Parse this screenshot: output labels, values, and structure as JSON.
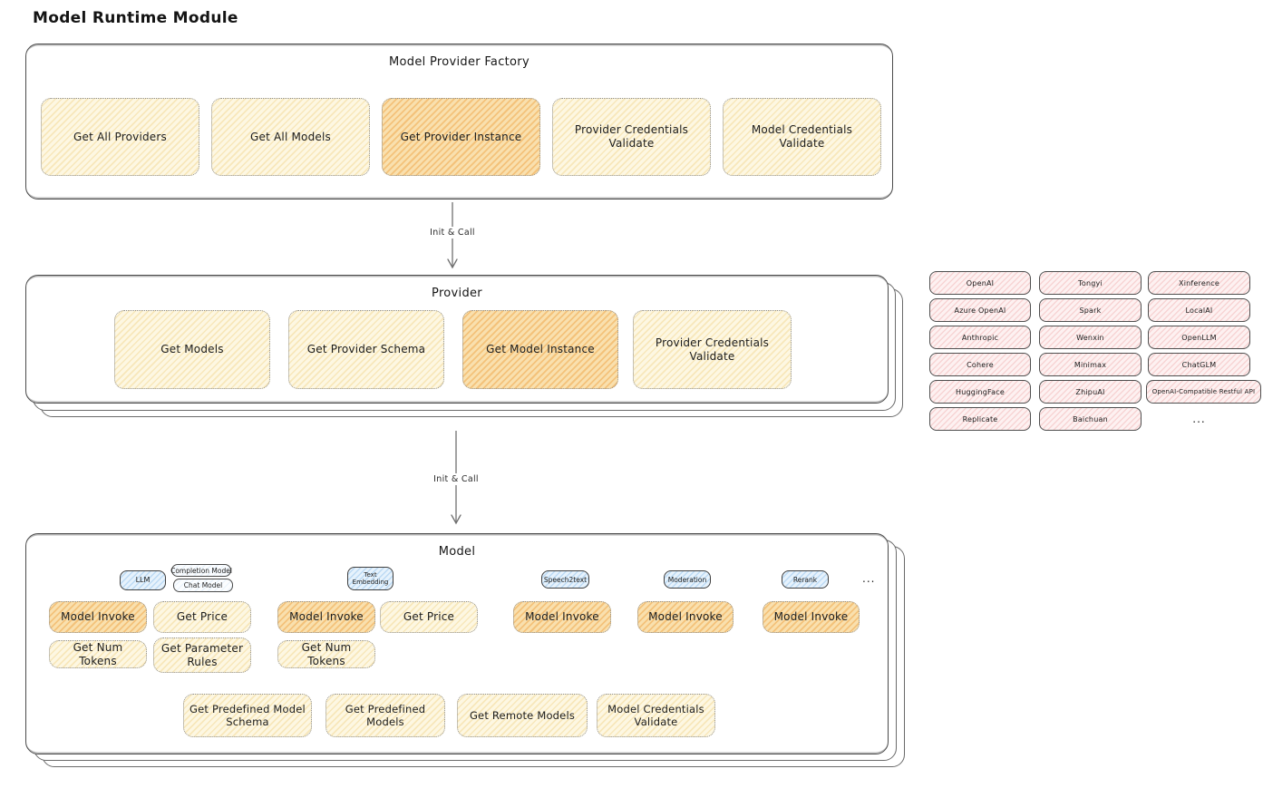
{
  "page": {
    "title": "Model Runtime Module"
  },
  "flow": {
    "arrow1_label": "Init & Call",
    "arrow2_label": "Init & Call"
  },
  "factory": {
    "title": "Model Provider Factory",
    "boxes": [
      {
        "label": "Get All Providers",
        "highlight": false
      },
      {
        "label": "Get All Models",
        "highlight": false
      },
      {
        "label": "Get Provider Instance",
        "highlight": true
      },
      {
        "label": "Provider Credentials Validate",
        "highlight": false
      },
      {
        "label": "Model Credentials Validate",
        "highlight": false
      }
    ]
  },
  "provider": {
    "title": "Provider",
    "boxes": [
      {
        "label": "Get Models",
        "highlight": false
      },
      {
        "label": "Get Provider Schema",
        "highlight": false
      },
      {
        "label": "Get Model Instance",
        "highlight": true
      },
      {
        "label": "Provider Credentials Validate",
        "highlight": false
      }
    ]
  },
  "vendors": {
    "items": [
      "OpenAI",
      "Tongyi",
      "Xinference",
      "Azure OpenAI",
      "Spark",
      "LocalAI",
      "Anthropic",
      "Wenxin",
      "OpenLLM",
      "Cohere",
      "Minimax",
      "ChatGLM",
      "HuggingFace",
      "ZhipuAI",
      "OpenAI-Compatible Restful API",
      "Replicate",
      "Baichuan"
    ],
    "more": "..."
  },
  "model": {
    "title": "Model",
    "tabs": {
      "llm": "LLM",
      "completion": "Completion Model",
      "chat": "Chat Model",
      "text_embedding": "Text Embedding",
      "speech2text": "Speech2text",
      "moderation": "Moderation",
      "rerank": "Rerank",
      "more": "..."
    },
    "funcs": {
      "llm": [
        {
          "label": "Model Invoke",
          "highlight": true
        },
        {
          "label": "Get Price",
          "highlight": false
        },
        {
          "label": "Get Num Tokens",
          "highlight": false
        },
        {
          "label": "Get Parameter Rules",
          "highlight": false
        }
      ],
      "text_embedding": [
        {
          "label": "Model Invoke",
          "highlight": true
        },
        {
          "label": "Get Price",
          "highlight": false
        },
        {
          "label": "Get Num Tokens",
          "highlight": false
        }
      ],
      "speech2text": [
        {
          "label": "Model Invoke",
          "highlight": true
        }
      ],
      "moderation": [
        {
          "label": "Model Invoke",
          "highlight": true
        }
      ],
      "rerank": [
        {
          "label": "Model Invoke",
          "highlight": true
        }
      ]
    },
    "bottom": [
      {
        "label": "Get Predefined Model Schema"
      },
      {
        "label": "Get Predefined Models"
      },
      {
        "label": "Get Remote Models"
      },
      {
        "label": "Model Credentials Validate"
      }
    ]
  },
  "colors": {
    "yellow_fill": "#fdf7e2",
    "orange_highlight": "#f6c87e",
    "blue_tab": "#e6f2fc",
    "pink_vendor": "#fdf1f1",
    "border_dark": "#4a4a4a"
  }
}
